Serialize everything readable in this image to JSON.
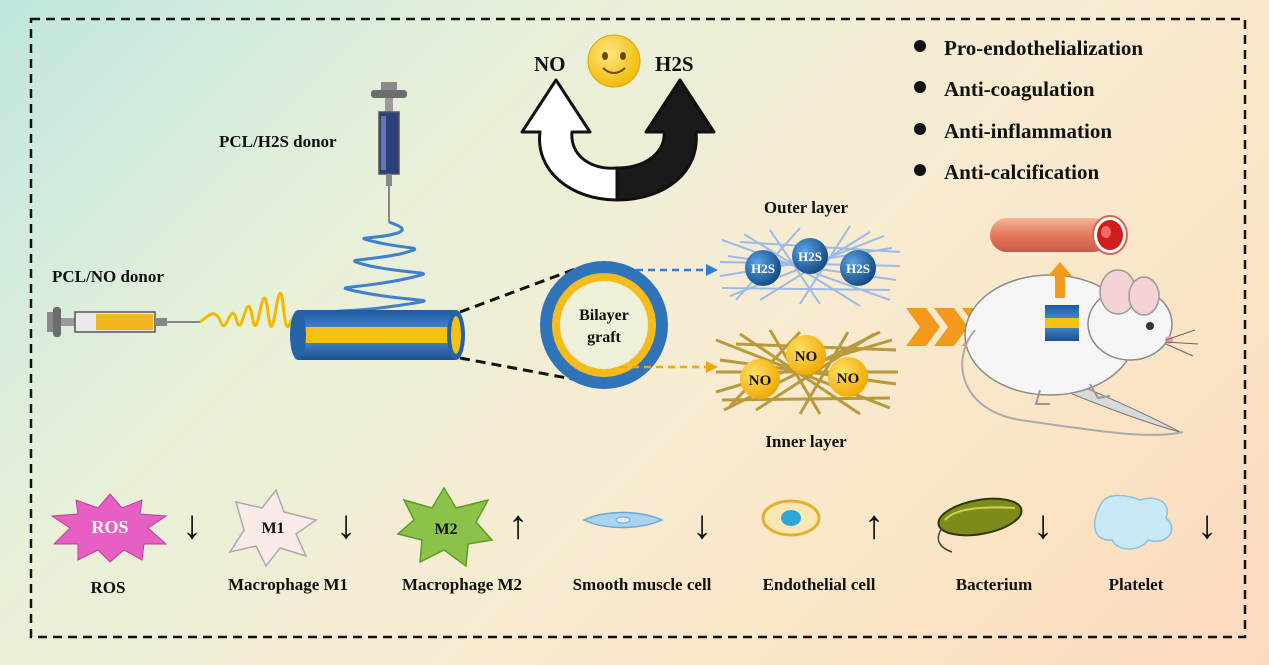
{
  "process": {
    "pcl_h2s": "PCL/H2S donor",
    "pcl_no": "PCL/NO donor"
  },
  "cycle": {
    "no": "NO",
    "h2s": "H2S"
  },
  "benefits": [
    "Pro-endothelialization",
    "Anti-coagulation",
    "Anti-inflammation",
    "Anti-calcification"
  ],
  "graft": {
    "cross_label_1": "Bilayer",
    "cross_label_2": "graft",
    "outer_layer": "Outer layer",
    "inner_layer": "Inner layer",
    "outer_particle": "H2S",
    "inner_particle": "NO"
  },
  "effects": [
    {
      "label": "ROS",
      "icon_text": "ROS",
      "arrow": "↓"
    },
    {
      "label": "Macrophage M1",
      "icon_text": "M1",
      "arrow": "↓"
    },
    {
      "label": "Macrophage M2",
      "icon_text": "M2",
      "arrow": "↑"
    },
    {
      "label": "Smooth muscle cell",
      "icon_text": "",
      "arrow": "↓"
    },
    {
      "label": "Endothelial cell",
      "icon_text": "",
      "arrow": "↑"
    },
    {
      "label": "Bacterium",
      "icon_text": "",
      "arrow": "↓"
    },
    {
      "label": "Platelet",
      "icon_text": "",
      "arrow": "↓"
    }
  ],
  "colors": {
    "blue": "#2e6db0",
    "yellow": "#f5c012",
    "orange": "#f39a1c"
  }
}
